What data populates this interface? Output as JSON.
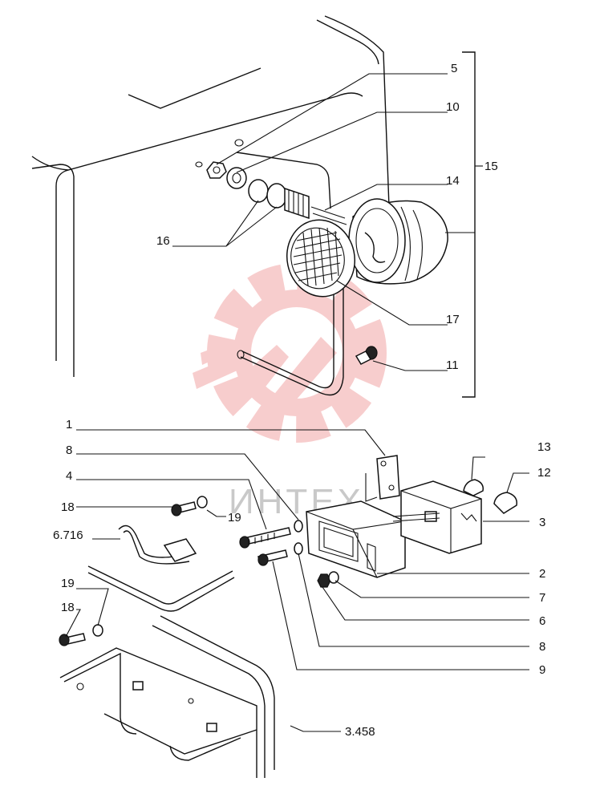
{
  "colors": {
    "line": "#111111",
    "watermark_logo": "#f2a6a6",
    "watermark_text": "#c9c9c9",
    "background": "#ffffff"
  },
  "watermark": {
    "logo": "gear-logo",
    "text": "ИНТЕХ"
  },
  "callouts": {
    "c5": "5",
    "c10": "10",
    "c14": "14",
    "c15": "15",
    "c16": "16",
    "c17": "17",
    "c11": "11",
    "c1": "1",
    "c8a": "8",
    "c4": "4",
    "c18a": "18",
    "c19a": "19",
    "c6716": "6.716",
    "c19b": "19",
    "c18b": "18",
    "c13": "13",
    "c12": "12",
    "c3": "3",
    "c2": "2",
    "c7": "7",
    "c6": "6",
    "c8b": "8",
    "c9": "9",
    "c3458": "3.458"
  }
}
